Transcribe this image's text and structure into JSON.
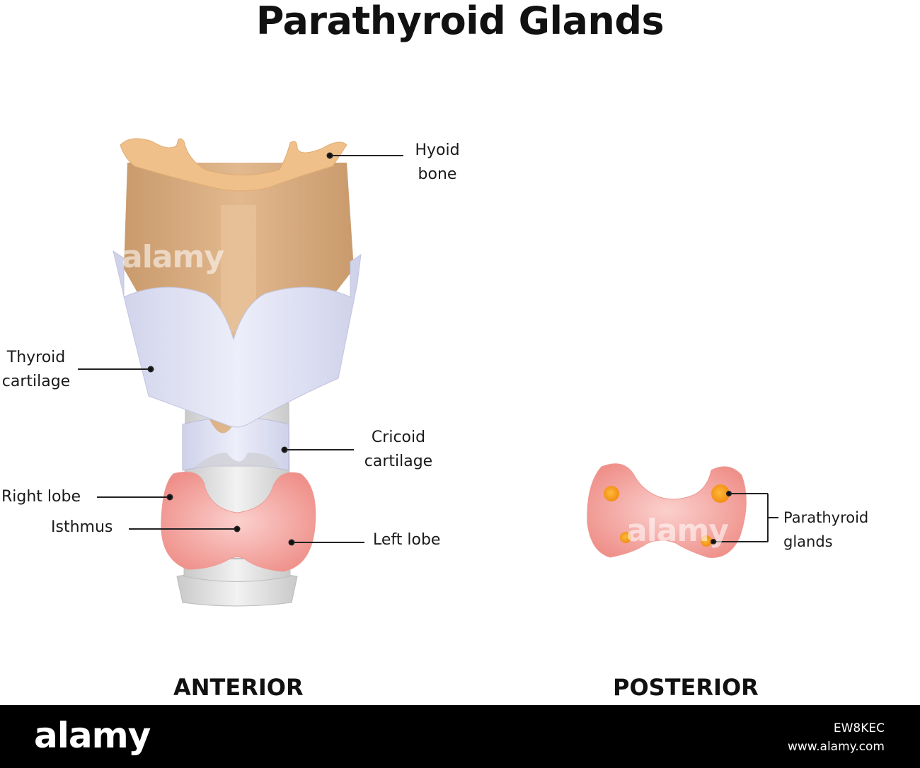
{
  "title": "Parathyroid Glands",
  "labels": {
    "hyoid_1": "Hyoid",
    "hyoid_2": "bone",
    "thyroid_cart_1": "Thyroid",
    "thyroid_cart_2": "cartilage",
    "cricoid_1": "Cricoid",
    "cricoid_2": "cartilage",
    "right_lobe": "Right lobe",
    "isthmus": "Isthmus",
    "left_lobe": "Left lobe",
    "parathyroid": "Parathyroid glands"
  },
  "views": {
    "anterior": "ANTERIOR",
    "posterior": "POSTERIOR"
  },
  "watermark": "alamy",
  "footer": {
    "logo": "alamy",
    "image_id": "EW8KEC",
    "url": "www.alamy.com"
  },
  "colors": {
    "hyoid": "#f0c08a",
    "thyroid_cartilage": "#d9a878",
    "cartilage_blue": "#d7d9ee",
    "thyroid_gland": "#f4a7a3",
    "parathyroid": "#f5a623",
    "trachea": "#d8d8d8"
  }
}
